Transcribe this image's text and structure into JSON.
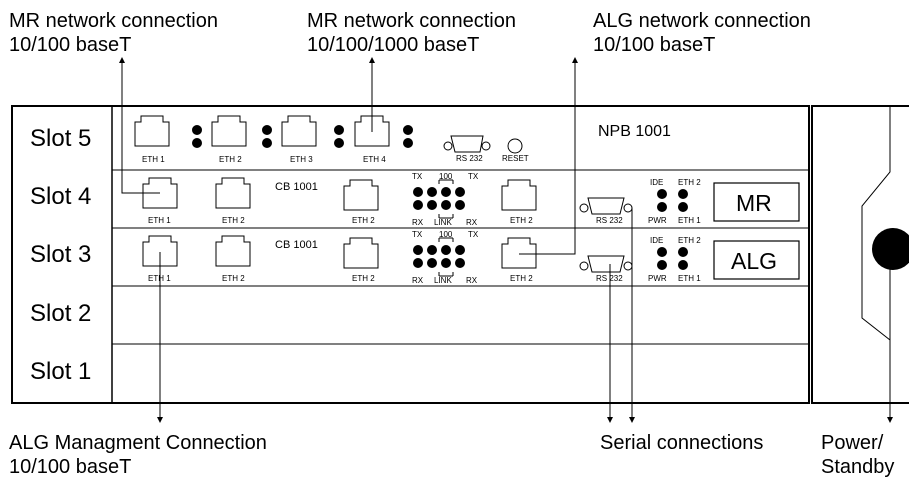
{
  "callouts": {
    "mr_conn_1": {
      "line1": "MR network connection",
      "line2": "10/100 baseT"
    },
    "mr_conn_2": {
      "line1": "MR network connection",
      "line2": "10/100/1000 baseT"
    },
    "alg_conn": {
      "line1": "ALG network connection",
      "line2": "10/100 baseT"
    },
    "alg_mgmt": {
      "line1": "ALG Managment Connection",
      "line2": "10/100 baseT"
    },
    "serial": {
      "line1": "Serial connections"
    },
    "power": {
      "line1": "Power/",
      "line2": "Standby"
    }
  },
  "slots": [
    "Slot 5",
    "Slot 4",
    "Slot 3",
    "Slot 2",
    "Slot 1"
  ],
  "npb": {
    "name": "NPB 1001",
    "ports": [
      "ETH 1",
      "ETH 2",
      "ETH 3",
      "ETH 4"
    ],
    "rs232": "RS 232",
    "reset": "RESET"
  },
  "cb_cards": [
    {
      "name": "CB 1001",
      "port_a": "ETH 1",
      "port_b": "ETH 2",
      "port_c": "ETH 2",
      "port_d": "ETH 2",
      "led_top_left": "TX",
      "led_top_mid": "100",
      "led_top_right": "TX",
      "led_bot_left": "RX",
      "led_bot_mid": "LINK",
      "led_bot_right": "RX",
      "rs232": "RS 232",
      "status_top_left": "IDE",
      "status_top_right": "ETH 2",
      "status_bot_left": "PWR",
      "status_bot_right": "ETH 1",
      "badge": "MR"
    },
    {
      "name": "CB 1001",
      "port_a": "ETH 1",
      "port_b": "ETH 2",
      "port_c": "ETH 2",
      "port_d": "ETH 2",
      "led_top_left": "TX",
      "led_top_mid": "100",
      "led_top_right": "TX",
      "led_bot_left": "RX",
      "led_bot_mid": "LINK",
      "led_bot_right": "RX",
      "rs232": "RS 232",
      "status_top_left": "IDE",
      "status_top_right": "ETH 2",
      "status_bot_left": "PWR",
      "status_bot_right": "ETH 1",
      "badge": "ALG"
    }
  ]
}
